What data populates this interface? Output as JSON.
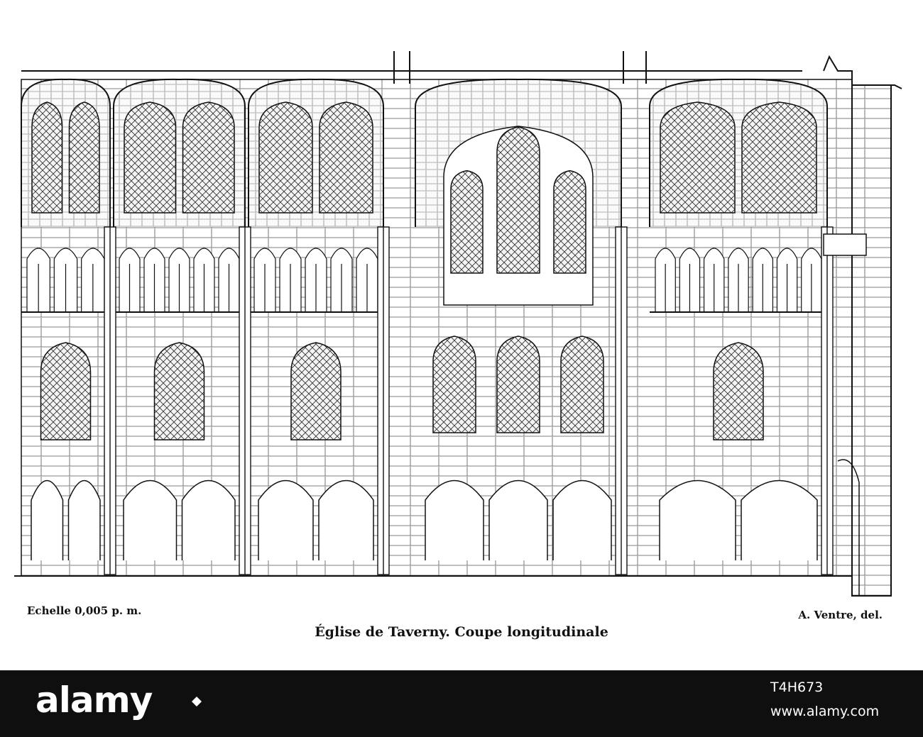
{
  "plate": {
    "scale_note": "Echelle 0,005 p. m.",
    "credit": "A. Ventre, del.",
    "title": "Église de Taverny. Coupe longitudinale"
  },
  "footer": {
    "logo": "alamy",
    "image_id": "T4H673",
    "url": "www.alamy.com"
  },
  "colors": {
    "ink": "#111111",
    "paper": "#ffffff",
    "footer_bg": "#0f0f0f",
    "footer_text": "#ffffff"
  }
}
